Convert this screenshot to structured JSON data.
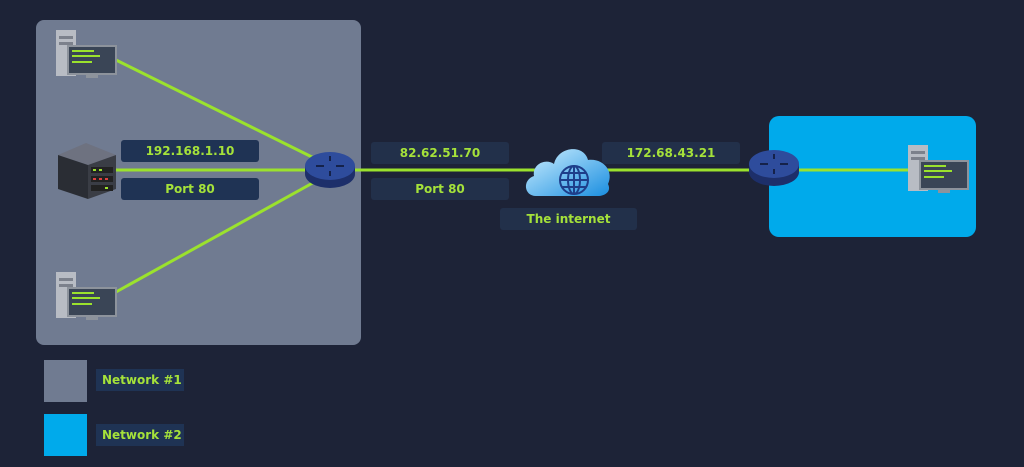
{
  "labels": {
    "host_ip": "192.168.1.10",
    "host_port": "Port 80",
    "public_ip": "82.62.51.70",
    "public_port": "Port 80",
    "internet": "The internet",
    "remote_ip": "172.68.43.21"
  },
  "legend": [
    {
      "label": "Network #1",
      "color": "#707b91"
    },
    {
      "label": "Network #2",
      "color": "#00aaeb"
    }
  ],
  "colors": {
    "background": "#1d2337",
    "link": "#9be22d",
    "label_text": "#a5e23a"
  }
}
